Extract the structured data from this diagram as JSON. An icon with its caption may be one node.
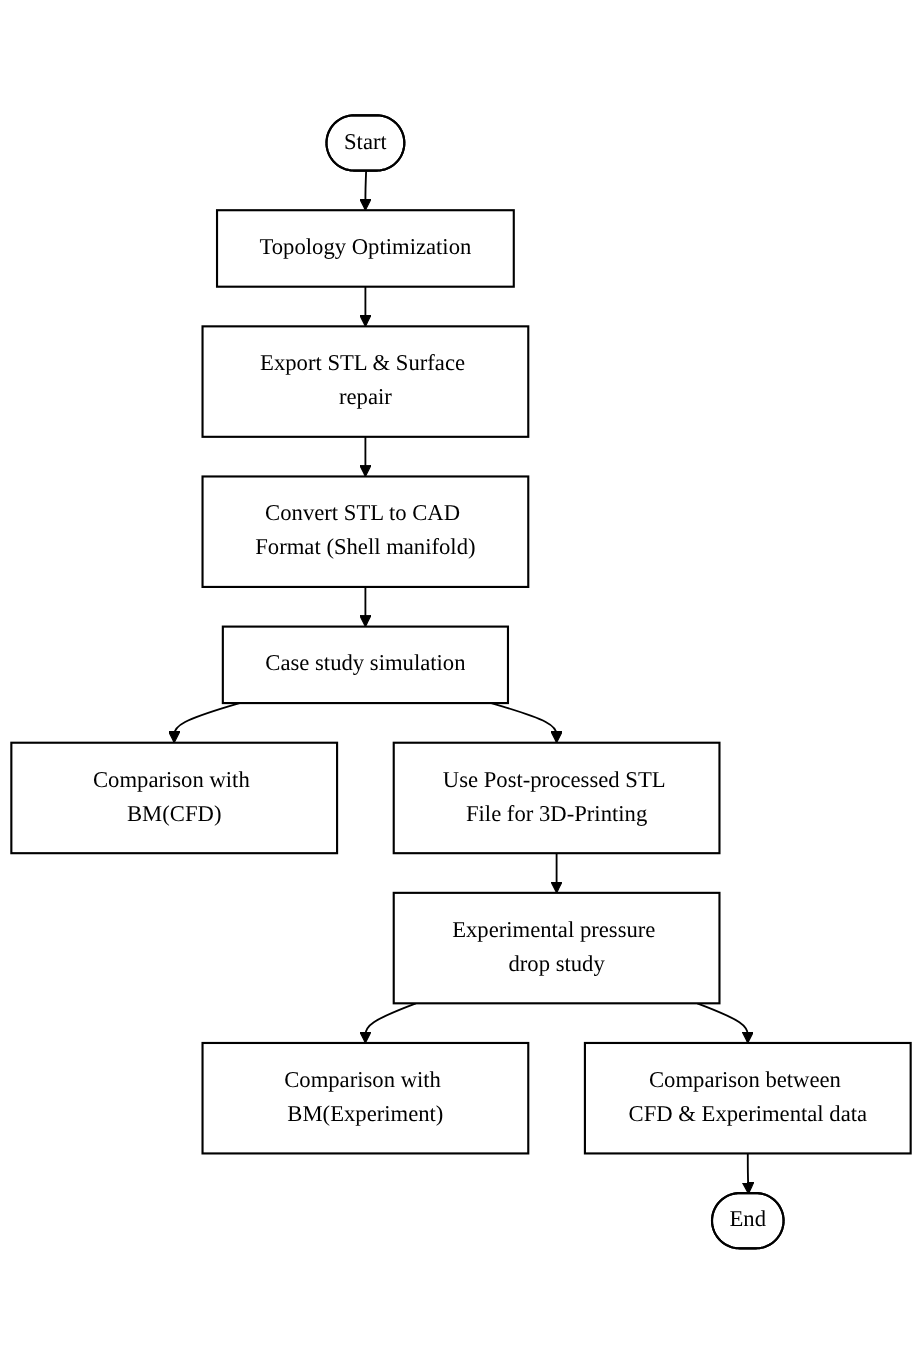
{
  "diagram": {
    "nodes": [
      {
        "text": [
          "Start"
        ]
      },
      {
        "text": [
          "Topology Optimization"
        ]
      },
      {
        "text": [
          "Export STL & Surface repair"
        ]
      },
      {
        "text": [
          "Convert STL to CAD Format (Shell manifold)"
        ]
      },
      {
        "text": [
          "Case study simulation"
        ]
      },
      {
        "text": [
          "Comparison with BM(CFD)"
        ]
      },
      {
        "text": [
          "Use Post-processed STL File for 3D-Printing"
        ]
      },
      {
        "text": [
          "Experimental pressure drop study"
        ]
      },
      {
        "text": [
          "Comparison with BM(Experiment)"
        ]
      },
      {
        "text": [
          "Comparison between CFD & Experimental data"
        ]
      },
      {
        "text": [
          "End"
        ]
      }
    ],
    "edges": [
      {
        "from": 0,
        "to": 1,
        "arrow": "to"
      },
      {
        "from": 1,
        "to": 2,
        "arrow": "to"
      },
      {
        "from": 2,
        "to": 3,
        "arrow": "to"
      },
      {
        "from": 3,
        "to": 4,
        "arrow": "to"
      },
      {
        "from": 4,
        "to": 5,
        "arrow": "to"
      },
      {
        "from": 4,
        "to": 6,
        "arrow": "to"
      },
      {
        "from": 6,
        "to": 7,
        "arrow": "to"
      },
      {
        "from": 7,
        "to": 8,
        "arrow": "to"
      },
      {
        "from": 7,
        "to": 9,
        "arrow": "to"
      },
      {
        "from": 9,
        "to": 10,
        "arrow": "to"
      }
    ]
  }
}
